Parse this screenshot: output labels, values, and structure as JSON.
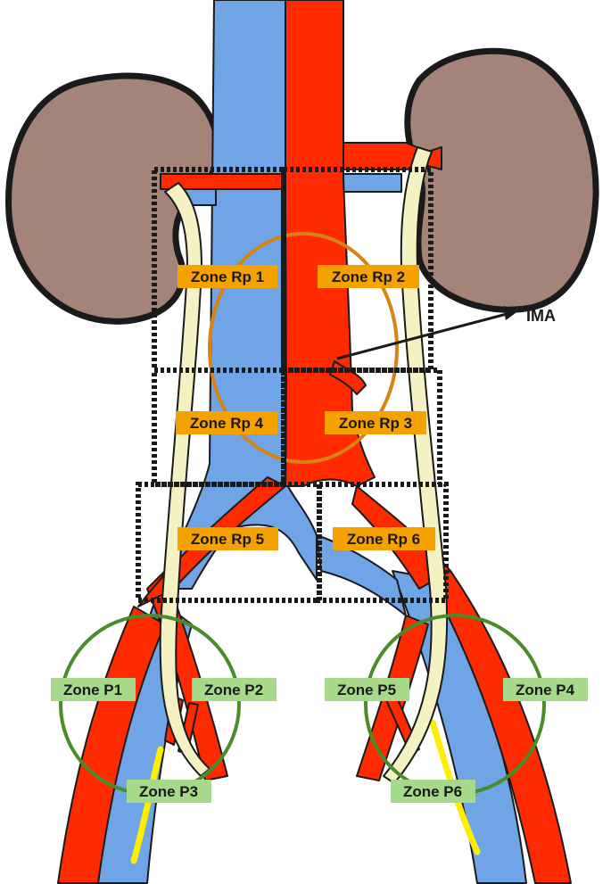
{
  "labels": {
    "ima": "IMA",
    "rp1": "Zone Rp 1",
    "rp2": "Zone Rp 2",
    "rp3": "Zone Rp 3",
    "rp4": "Zone Rp 4",
    "rp5": "Zone Rp 5",
    "rp6": "Zone Rp 6",
    "p1": "Zone P1",
    "p2": "Zone P2",
    "p3": "Zone P3",
    "p4": "Zone P4",
    "p5": "Zone P5",
    "p6": "Zone P6"
  },
  "colors": {
    "artery": "#ff2a00",
    "vein": "#6fa4e6",
    "kidney": "#a48478",
    "ureter": "#f4f1c2",
    "nerve": "#ffee00",
    "retroperitoneal_label_bg": "#f5a200",
    "pelvic_label_bg": "#a6d98a",
    "ima_ellipse": "#d9820f",
    "pelvic_circle": "#4a8c2a",
    "outline": "#1a1a1a"
  }
}
